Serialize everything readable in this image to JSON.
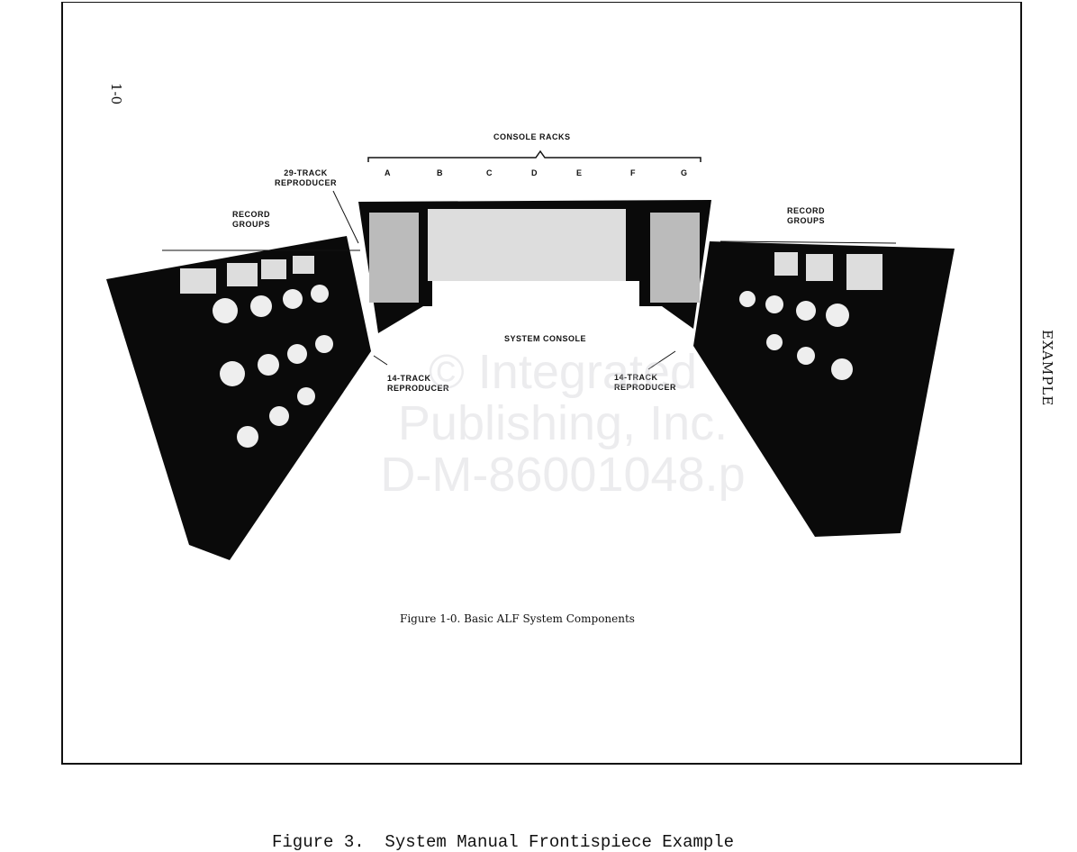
{
  "page_number": "1-0",
  "side_label": "EXAMPLE",
  "figure": {
    "labels": {
      "console_racks": "CONSOLE RACKS",
      "rack_letters": [
        "A",
        "B",
        "C",
        "D",
        "E",
        "F",
        "G"
      ],
      "reproducer_29": "29-TRACK\nREPRODUCER",
      "record_groups_left": "RECORD\nGROUPS",
      "record_groups_right": "RECORD\nGROUPS",
      "system_console": "SYSTEM CONSOLE",
      "reproducer_14_left": "14-TRACK\nREPRODUCER",
      "reproducer_14_right": "14-TRACK\nREPRODUCER"
    },
    "caption": "Figure 1-0.  Basic ALF System Components"
  },
  "watermark": [
    "© Integrated",
    "Publishing, Inc.",
    "D-M-86001048.p"
  ],
  "document_caption": "Figure 3.  System Manual Frontispiece Example"
}
